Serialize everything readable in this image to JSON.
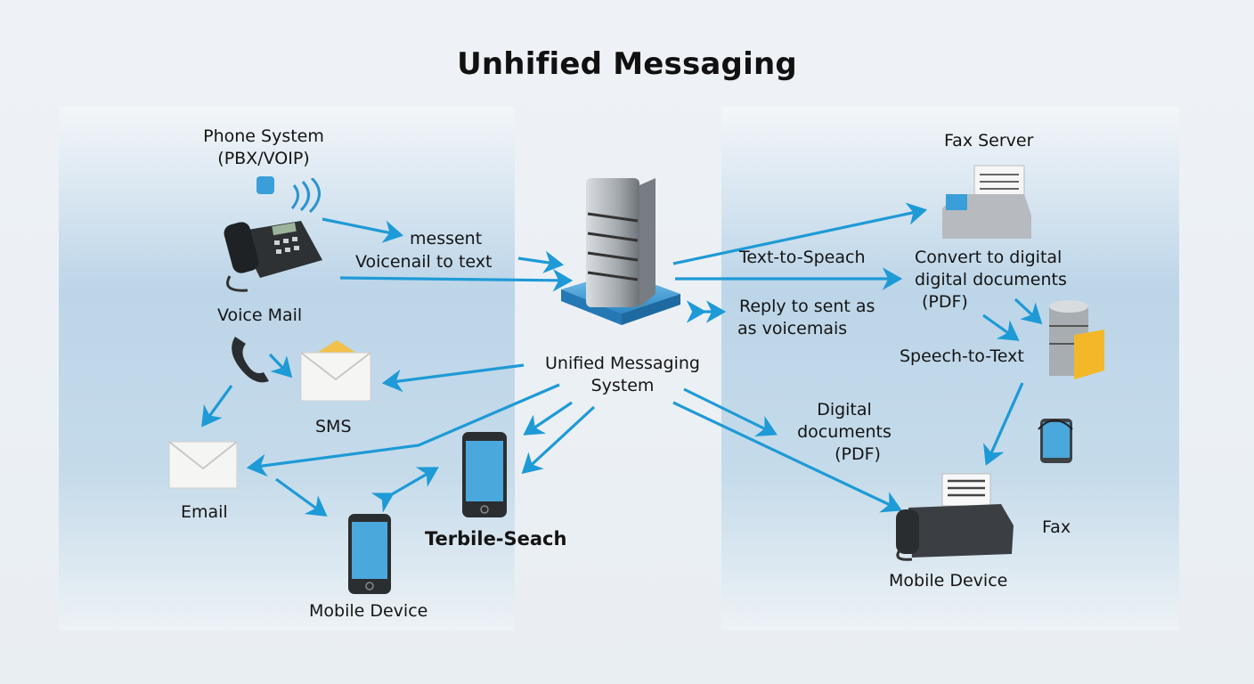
{
  "title": "Unhified Messaging",
  "colors": {
    "arrow": "#1e9ad6",
    "server_base": "#3a9fd8"
  },
  "left_panel": {
    "phone_system": [
      "Phone System",
      "(PBX/VOIP)"
    ],
    "voice_mail": "Voice Mail",
    "sms": "SMS",
    "email": "Email",
    "mobile_device": "Mobile Device",
    "terbile": "Terbile-Seach"
  },
  "center": {
    "messent": "messent",
    "voicemail_to_text": "Voicenail to text",
    "ums": [
      "Unified Messaging",
      "System"
    ]
  },
  "right_panel": {
    "fax_server": "Fax Server",
    "text_to_speech": "Text-to-Speach",
    "convert": [
      "Convert to digital",
      "digital documents",
      "(PDF)"
    ],
    "reply": [
      "Reply to sent as",
      "as voicemais"
    ],
    "speech_to_text": "Speech-to-Text",
    "digital_docs": [
      "Digital",
      "documents",
      "(PDF)"
    ],
    "fax": "Fax",
    "mobile_device": "Mobile Device"
  }
}
